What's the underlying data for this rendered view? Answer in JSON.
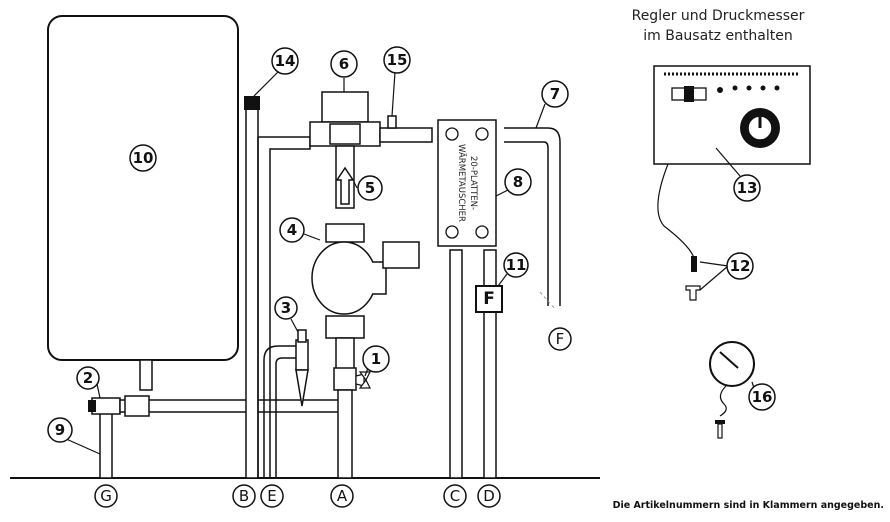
{
  "header": {
    "line1": "Regler und Druckmesser",
    "line2": "im Bausatz enthalten"
  },
  "footer": {
    "note": "Die Artikelnummern sind in Klammern angegeben."
  },
  "heat_exchanger": {
    "line1": "20-PLATTEN-",
    "line2": "WÄRMETAUSCHER"
  },
  "flow_marker": "F",
  "callouts": [
    "1",
    "2",
    "3",
    "4",
    "5",
    "6",
    "7",
    "8",
    "9",
    "10",
    "11",
    "12",
    "13",
    "14",
    "15",
    "16"
  ],
  "connections": [
    "A",
    "B",
    "C",
    "D",
    "E",
    "F",
    "G"
  ]
}
